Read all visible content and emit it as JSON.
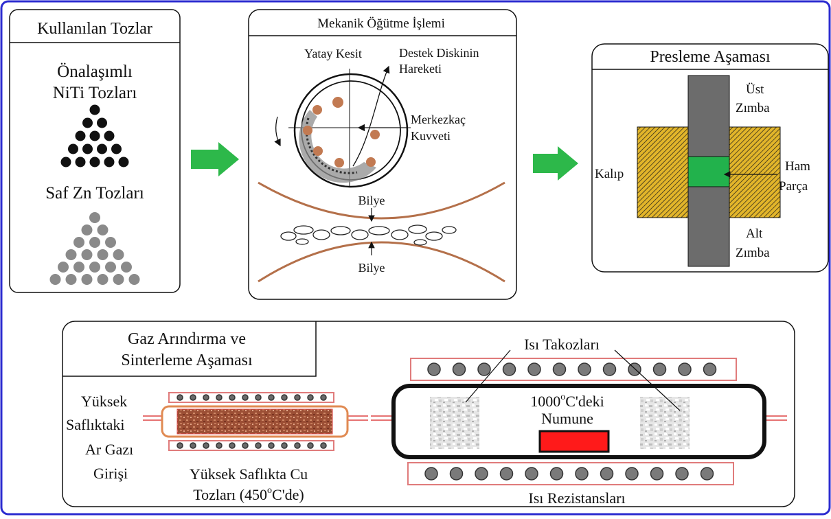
{
  "colors": {
    "frame_blue": "#2b2bd0",
    "arrow_green": "#2db84a",
    "ball_brown": "#c27a52",
    "die_yellow": "#e2b52a",
    "punch_grey": "#6c6c6c",
    "green_part": "#22b24c",
    "sample_red": "#ff1a1a",
    "heater_pink": "#e07b7b",
    "cu_powder": "#a2553a"
  },
  "powders": {
    "title": "Kullanılan Tozlar",
    "niti_line1": "Önalaşımlı",
    "niti_line2": "NiTi Tozları",
    "zn_label": "Saf Zn Tozları"
  },
  "milling": {
    "title": "Mekanik Öğütme İşlemi",
    "section_label": "Yatay Kesit",
    "disk_motion_line1": "Destek Diskinin",
    "disk_motion_line2": "Hareketi",
    "centrifugal_line1": "Merkezkaç",
    "centrifugal_line2": "Kuvveti",
    "ball_top": "Bilye",
    "ball_bottom": "Bilye"
  },
  "pressing": {
    "title": "Presleme Aşaması",
    "upper_punch_line1": "Üst",
    "upper_punch_line2": "Zımba",
    "die_label": "Kalıp",
    "green_part_line1": "Ham",
    "green_part_line2": "Parça",
    "lower_punch_line1": "Alt",
    "lower_punch_line2": "Zımba"
  },
  "sintering": {
    "title_line1": "Gaz Arındırma ve",
    "title_line2": "Sinterleme Aşaması",
    "argon_line1": "Yüksek",
    "argon_line2": "Saflıktaki",
    "argon_line3": "Ar Gazı",
    "argon_line4": "Girişi",
    "cu_line1": "Yüksek Saflıkta Cu",
    "cu_line2_pre": "Tozları (450",
    "cu_line2_sup": "o",
    "cu_line2_post": "C'de)",
    "heat_blocks": "Isı Takozları",
    "sample_line1_pre": "1000",
    "sample_line1_sup": "o",
    "sample_line1_post": "C'deki",
    "sample_line2": "Numune",
    "resistors": "Isı Rezistansları"
  }
}
